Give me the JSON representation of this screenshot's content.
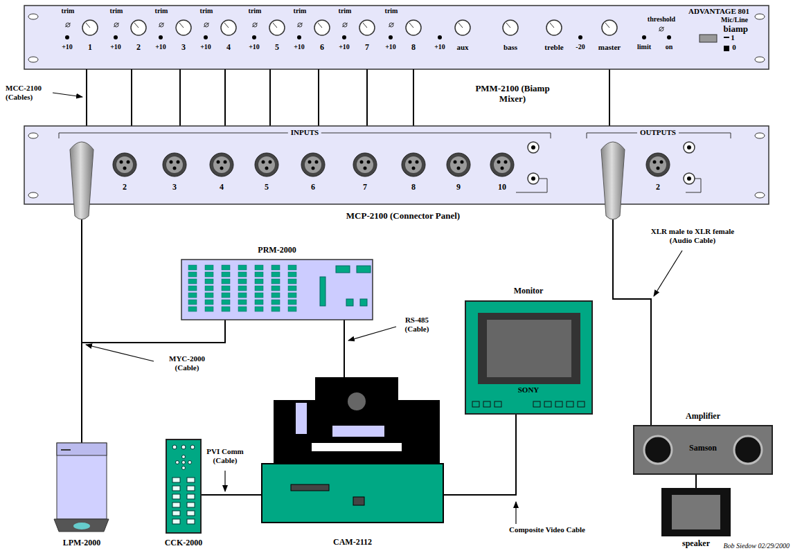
{
  "diagram": {
    "nodes": [
      {
        "text": [
          "ADVANTAGE 801",
          "Mic/Line",
          "biamp"
        ]
      },
      {
        "text": [
          "MCP-2100 (Connector Panel)"
        ]
      },
      {
        "text": [
          "PRM-2000"
        ]
      },
      {
        "text": [
          "Monitor",
          "SONY"
        ]
      },
      {
        "text": [
          "Amplifier",
          "Samson"
        ]
      },
      {
        "text": [
          "CAM-2112"
        ]
      },
      {
        "text": [
          "speaker"
        ]
      },
      {
        "text": [
          "LPM-2000"
        ]
      },
      {
        "text": [
          "CCK-2000"
        ]
      }
    ],
    "edges": [
      {
        "from": 0,
        "to": 1,
        "arrow": "none"
      },
      {
        "from": 1,
        "to": 7,
        "arrow": "none"
      },
      {
        "from": 2,
        "to": 7,
        "arrow": "none"
      },
      {
        "from": 2,
        "to": 5,
        "arrow": "none"
      },
      {
        "from": 8,
        "to": 5,
        "arrow": "none"
      },
      {
        "from": 5,
        "to": 3,
        "arrow": "none"
      },
      {
        "from": 1,
        "to": 4,
        "arrow": "none"
      },
      {
        "from": 4,
        "to": 6,
        "arrow": "none"
      }
    ],
    "labels": [
      "trim",
      "trim",
      "trim",
      "trim",
      "trim",
      "trim",
      "trim",
      "trim",
      "+10",
      "+10",
      "+10",
      "+10",
      "+10",
      "+10",
      "+10",
      "+10",
      "+10",
      "1",
      "2",
      "3",
      "4",
      "5",
      "6",
      "7",
      "8",
      "aux",
      "bass",
      "treble",
      "-20",
      "master",
      "threshold",
      "limit",
      "on",
      "1",
      "0",
      "PMM-2100 (Biamp Mixer)",
      "MCC-2100 (Cables)",
      "INPUTS",
      "2",
      "3",
      "4",
      "5",
      "6",
      "7",
      "8",
      "9",
      "10",
      "OUTPUTS",
      "2",
      "MYC-2000 (Cable)",
      "RS-485 (Cable)",
      "PVI Comm (Cable)",
      "Composite Video Cable",
      "XLR male to XLR female (Audio Cable)",
      "Bob Siedow 02/29/2000"
    ]
  }
}
